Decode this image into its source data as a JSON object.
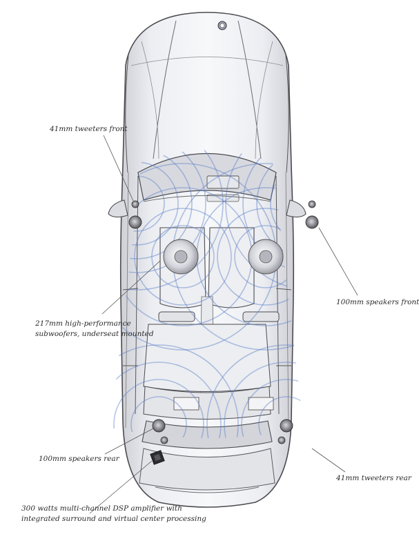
{
  "labels": {
    "tweeters_front": "41mm tweeters front",
    "speakers_front": "100mm speakers front",
    "subwoofers_line1": "217mm high-performance",
    "subwoofers_line2": "subwoofers, underseat mounted",
    "speakers_rear": "100mm speakers rear",
    "tweeters_rear": "41mm tweeters rear",
    "amplifier_line1": "300 watts multi-channel DSP amplifier with",
    "amplifier_line2": "integrated surround and virtual center processing"
  },
  "colors": {
    "body_fill": "#e4e5e9",
    "body_stroke": "#4a4a4f",
    "sound_wave": "#5b7fc7",
    "speaker": "#6a6a70",
    "leader_line": "#555555"
  }
}
